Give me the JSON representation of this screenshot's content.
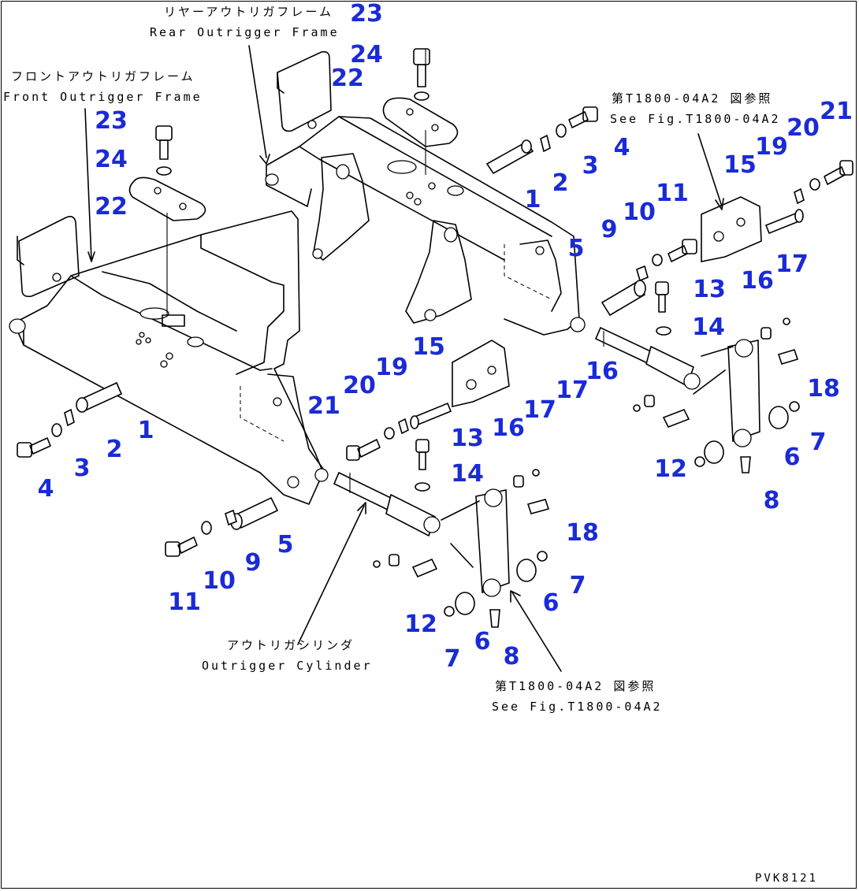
{
  "drawing_id": "PVK8121",
  "labels": {
    "rear_frame_jp": "リヤーアウトリガフレーム",
    "rear_frame_en": "Rear Outrigger Frame",
    "front_frame_jp": "フロントアウトリガフレーム",
    "front_frame_en": "Front Outrigger Frame",
    "see_fig_top_jp": "第T1800-04A2 図参照",
    "see_fig_top_en": "See Fig.T1800-04A2",
    "see_fig_bottom_jp": "第T1800-04A2 図参照",
    "see_fig_bottom_en": "See Fig.T1800-04A2",
    "cylinder_jp": "アウトリガシリンダ",
    "cylinder_en": "Outrigger Cylinder"
  },
  "callouts": [
    "23",
    "24",
    "22",
    "4",
    "3",
    "2",
    "1",
    "21",
    "20",
    "19",
    "15",
    "11",
    "10",
    "9",
    "5",
    "13",
    "14",
    "16",
    "17",
    "18",
    "7",
    "6",
    "12",
    "8",
    "23",
    "24",
    "22",
    "1",
    "2",
    "3",
    "4",
    "5",
    "9",
    "10",
    "11",
    "21",
    "20",
    "19",
    "15",
    "13",
    "14",
    "16",
    "17",
    "16",
    "17",
    "18",
    "12",
    "7",
    "6",
    "8",
    "7",
    "6"
  ],
  "colors": {
    "callout": "#1a2bd6",
    "line": "#000000",
    "background": "#ffffff"
  }
}
